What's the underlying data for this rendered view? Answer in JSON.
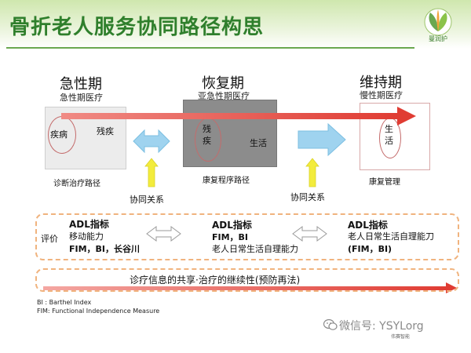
{
  "header": {
    "title": "骨折老人服务协同路径构思",
    "logo_text": "曼润护"
  },
  "phases": {
    "acute": {
      "name": "急性期",
      "sub": "急性期医疗",
      "item_1": "疾病",
      "item_2": "残疾",
      "bottom": "诊断治疗路径"
    },
    "recovery": {
      "name": "恢复期",
      "sub": "亚急性期医疗",
      "item_1": "残疾",
      "item_2": "生活",
      "bottom": "康复程序路径"
    },
    "maintenance": {
      "name": "维持期",
      "sub": "慢性期医疗",
      "item_1": "生活",
      "bottom": "康复管理"
    }
  },
  "links": {
    "left": "协同关系",
    "right": "协同关系"
  },
  "evaluation": {
    "label": "评价",
    "col_1": {
      "title": "ADL指标",
      "line_1": "移动能力",
      "line_2": "FIM，BI，长谷川"
    },
    "col_2": {
      "title": "ADL指标",
      "line_1": "FIM，BI",
      "line_2": "老人日常生活自理能力"
    },
    "col_3": {
      "title": "ADL指标",
      "line_1": "老人日常生活自理能刀",
      "line_2": "(FIM，BI)"
    }
  },
  "sharing": {
    "text": "诊疗信息的共享·治疗的继续性(预防再法)"
  },
  "footnotes": {
    "bi": "BI    :  Barthel Index",
    "fim": "FIM:  Functional Independence Measure"
  },
  "watermark": {
    "text": "微信号: YSYLorg",
    "sub": "伟赛智能"
  },
  "colors": {
    "title": "#2f7f2c",
    "arrow_red": "#e03c33",
    "arrow_blue": "#9fd3ef",
    "arrow_yellow": "#f3ec3c",
    "dash": "#f0b37e"
  }
}
